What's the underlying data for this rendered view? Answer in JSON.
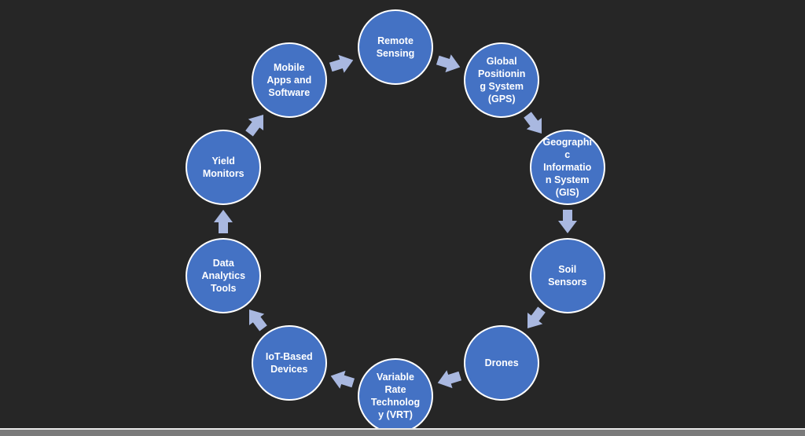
{
  "colors": {
    "node_fill": "#4472c4",
    "node_border": "#ffffff",
    "arrow": "#a9b8e0",
    "background": "#262626"
  },
  "cycle": {
    "nodes": [
      {
        "id": "remote-sensing",
        "label": "Remote\nSensing"
      },
      {
        "id": "gps",
        "label": "Global\nPositionin\ng System\n(GPS)"
      },
      {
        "id": "gis",
        "label": "Geographi\nc\nInformatio\nn System\n(GIS)"
      },
      {
        "id": "soil-sensors",
        "label": "Soil\nSensors"
      },
      {
        "id": "drones",
        "label": "Drones"
      },
      {
        "id": "vrt",
        "label": "Variable\nRate\nTechnolog\ny (VRT)"
      },
      {
        "id": "iot-devices",
        "label": "IoT-Based\nDevices"
      },
      {
        "id": "data-analytics",
        "label": "Data\nAnalytics\nTools"
      },
      {
        "id": "yield-monitors",
        "label": "Yield\nMonitors"
      },
      {
        "id": "mobile-apps",
        "label": "Mobile\nApps and\nSoftware"
      }
    ],
    "arrow_icon": "block-arrow-icon"
  }
}
